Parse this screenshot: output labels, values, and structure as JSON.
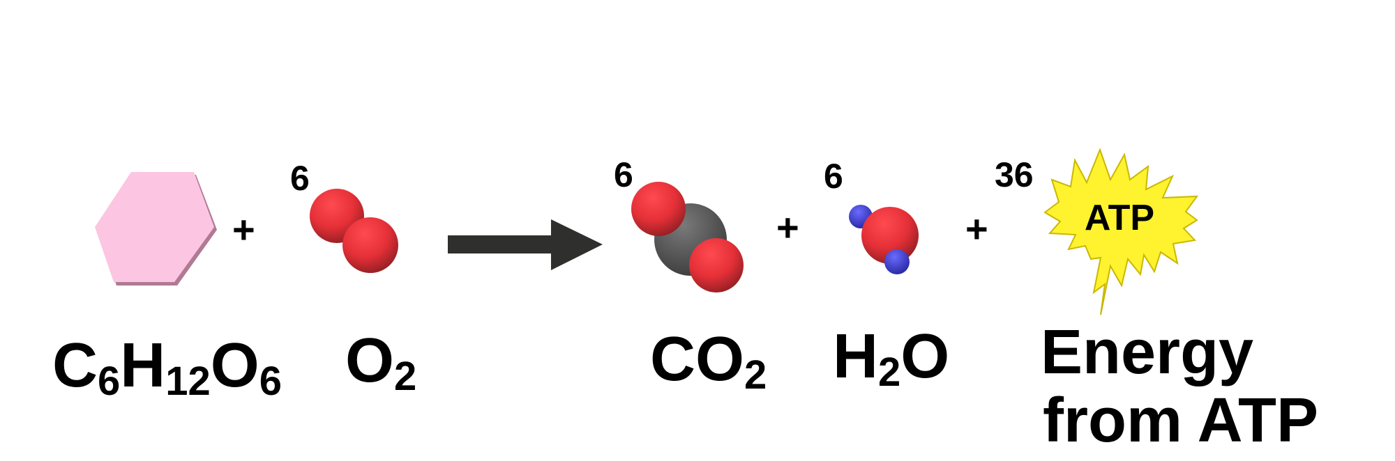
{
  "reactants": {
    "glucose": {
      "formula_parts": [
        "C",
        "6",
        "H",
        "12",
        "O",
        "6"
      ],
      "color": "#fcc5e2"
    },
    "oxygen": {
      "coefficient": "6",
      "formula_parts": [
        "O",
        "2"
      ],
      "color": "#e8323a"
    }
  },
  "operators": {
    "plus": "+"
  },
  "products": {
    "carbon_dioxide": {
      "coefficient": "6",
      "formula_parts": [
        "C",
        "O",
        "2"
      ],
      "carbon_color": "#5a5a5a"
    },
    "water": {
      "coefficient": "6",
      "formula_parts": [
        "H",
        "2",
        "O"
      ],
      "hydrogen_color": "#4a4ad8"
    },
    "energy": {
      "coefficient": "36",
      "burst_label": "ATP",
      "label_line1": "Energy",
      "label_line2": "from ATP",
      "burst_color": "#fff22e"
    }
  },
  "arrow_color": "#2f2f2d"
}
